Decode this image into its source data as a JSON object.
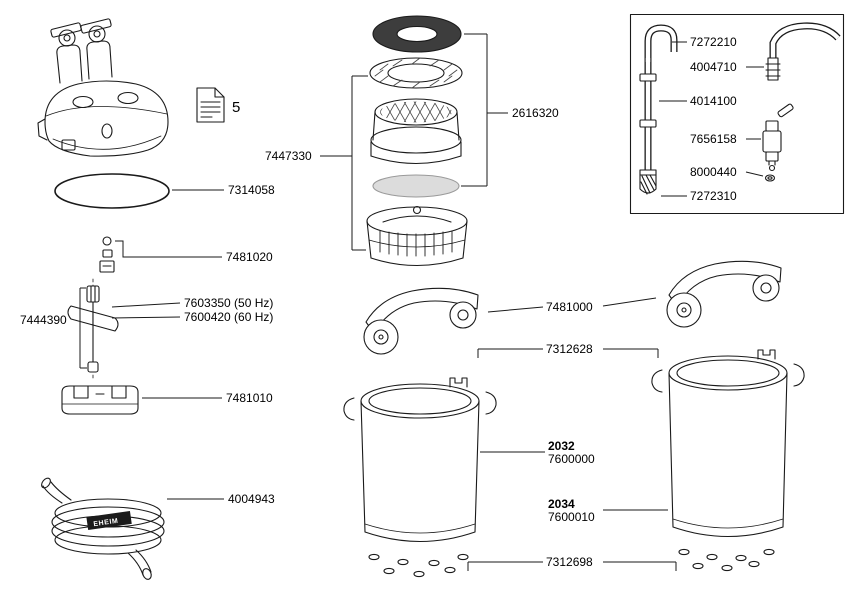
{
  "diagram": {
    "head_section": {
      "manual_page": "5"
    },
    "left_parts": {
      "sealing_ring": "7314058",
      "clip_set": "7481020",
      "shaft_set": "7444390",
      "impeller_50hz": "7603350 (50 Hz)",
      "impeller_60hz": "7600420 (60 Hz)",
      "bushing": "7481010",
      "hose": "4004943",
      "hose_print": "EHEIM"
    },
    "media_stack": {
      "pad_set": "2616320",
      "container_set": "7447330"
    },
    "canisters": {
      "handle": "7481000",
      "clip": "7312628",
      "left_model": "2032",
      "left_part": "7600000",
      "right_model": "2034",
      "right_part": "7600010",
      "feet": "7312698"
    },
    "accessory_box": {
      "intake_pipe": "7272210",
      "hose_part": "4004710",
      "tube": "4014100",
      "valve": "7656158",
      "small_part": "8000440",
      "strainer": "7272310"
    }
  }
}
